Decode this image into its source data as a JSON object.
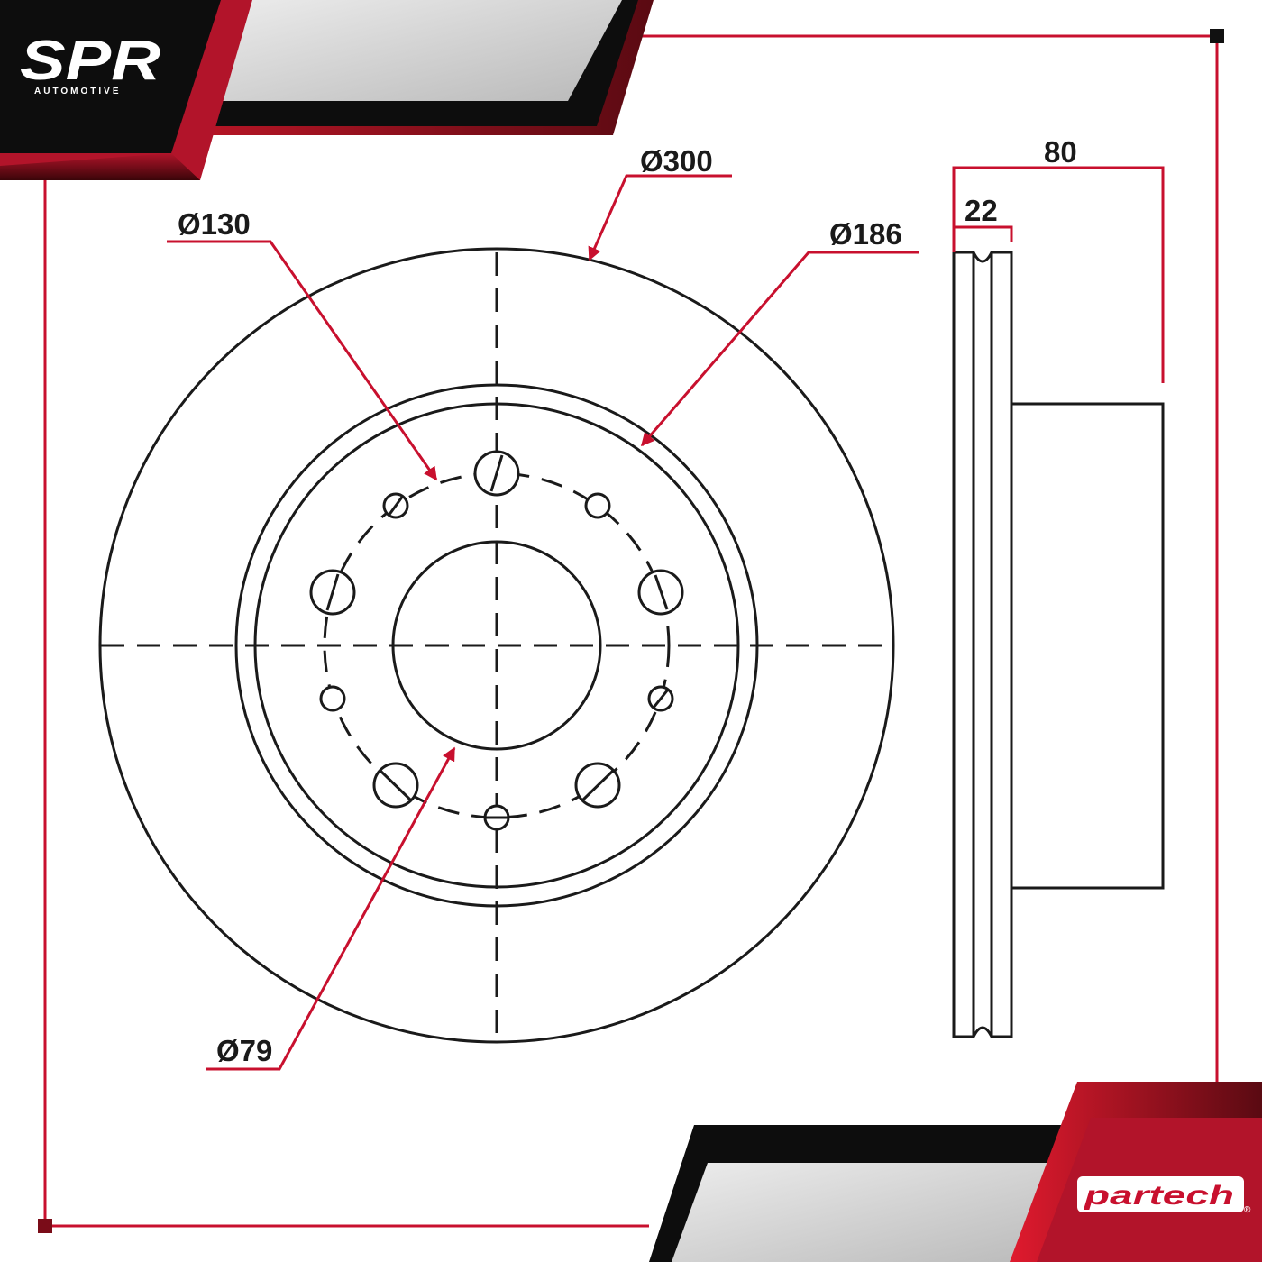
{
  "brand": {
    "logo": "SPR",
    "sub": "AUTOMOTIVE",
    "partner": "partech",
    "partner_mark": "®"
  },
  "dimensions": {
    "outer_diameter": "Ø300",
    "bolt_circle": "Ø130",
    "friction_inner": "Ø186",
    "center_bore": "Ø79",
    "thickness": "22",
    "height": "80"
  },
  "colors": {
    "accent": "#c8102e",
    "dark": "#0d0d0d",
    "line": "#1a1a1a",
    "gray": "#d4d4d4"
  }
}
